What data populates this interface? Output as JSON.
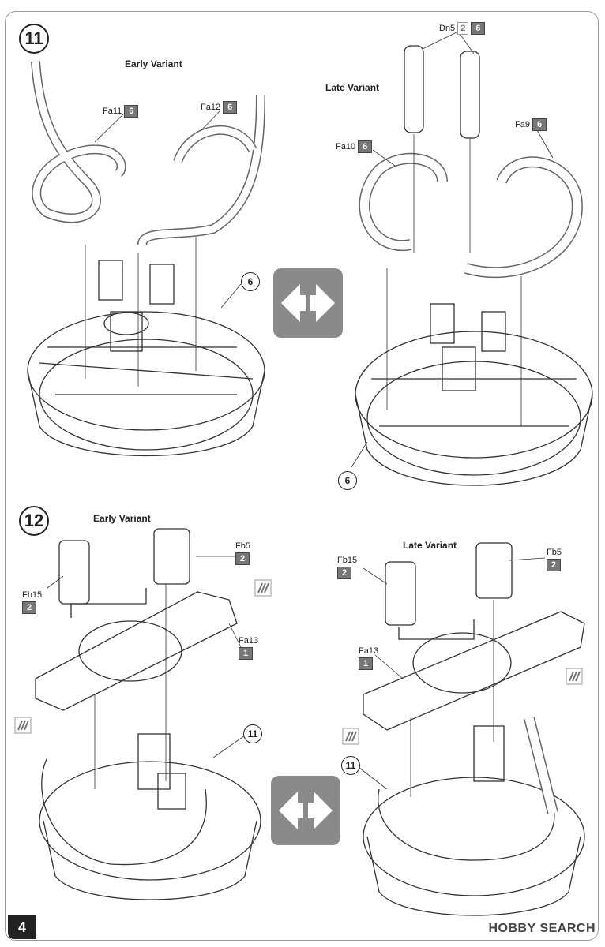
{
  "page": {
    "number": "4",
    "watermark": "HOBBY SEARCH"
  },
  "step11": {
    "number": "11",
    "early_title": "Early Variant",
    "late_title": "Late Variant",
    "parts": {
      "fa11": {
        "code": "Fa11",
        "sprue": "6"
      },
      "fa12": {
        "code": "Fa12",
        "sprue": "6"
      },
      "dn5": {
        "code": "Dn5",
        "count": "2",
        "sprue": "6"
      },
      "fa10": {
        "code": "Fa10",
        "sprue": "6"
      },
      "fa9": {
        "code": "Fa9",
        "sprue": "6"
      }
    },
    "callout_early": "6",
    "callout_late": "6"
  },
  "step12": {
    "number": "12",
    "early_title": "Early Variant",
    "late_title": "Late Variant",
    "early_parts": {
      "fb15": {
        "code": "Fb15",
        "sprue": "2"
      },
      "fb5": {
        "code": "Fb5",
        "sprue": "2"
      },
      "fa13": {
        "code": "Fa13",
        "sprue": "1"
      }
    },
    "late_parts": {
      "fb15": {
        "code": "Fb15",
        "sprue": "2"
      },
      "fb5": {
        "code": "Fb5",
        "sprue": "2"
      },
      "fa13": {
        "code": "Fa13",
        "sprue": "1"
      }
    },
    "callout_early": "11",
    "callout_late": "11"
  },
  "icons": [
    "either-or-arrows-icon",
    "glue-icon"
  ]
}
